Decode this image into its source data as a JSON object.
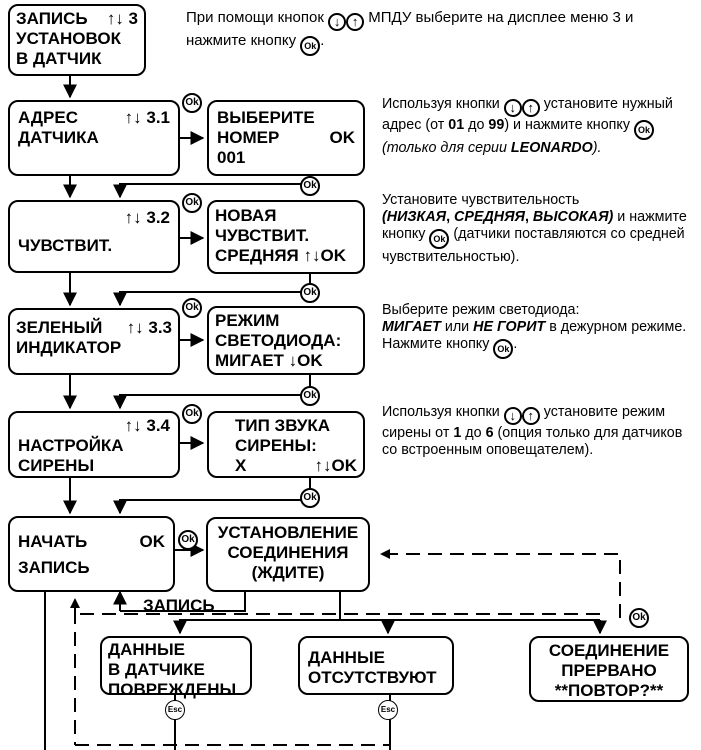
{
  "menu3": {
    "line1": "ЗАПИСЬ",
    "arrows": "↑↓ 3",
    "line2": "УСТАНОВОК",
    "line3": "В ДАТЧИК"
  },
  "intro": {
    "text1": "При помощи кнопок",
    "text2": "МПДУ выберите на дисплее меню 3 и нажмите кнопку",
    "end": "."
  },
  "step31": {
    "menu": {
      "line1": "АДРЕС",
      "num": "↑↓ 3.1",
      "line2": "ДАТЧИКА"
    },
    "screen": {
      "line1": "ВЫБЕРИТЕ",
      "line2": "НОМЕР",
      "ok": "OK",
      "line3": "001"
    },
    "desc": {
      "a": "Используя кнопки",
      "b": "установите нужный адрес (от",
      "c": "01",
      "d": "до",
      "e": "99",
      "f": ") и нажмите кнопку",
      "g": "(только для серии",
      "h": "LEONARDO",
      "i": ")."
    }
  },
  "step32": {
    "menu": {
      "num": "↑↓ 3.2",
      "line1": "ЧУВСТВИТ."
    },
    "screen": {
      "line1": "НОВАЯ",
      "line2": "ЧУВСТВИТ.",
      "line3": "СРЕДНЯЯ ↑↓OK"
    },
    "desc": {
      "a": "Установите чувствительность",
      "b": "(НИЗКАЯ",
      "c": ", ",
      "d": "СРЕДНЯЯ",
      "e": ", ",
      "f": "ВЫСОКАЯ)",
      "g": "и нажмите кнопку",
      "h": "(датчики поставляются со средней чувствительностью)."
    }
  },
  "step33": {
    "menu": {
      "line1": "ЗЕЛЕНЫЙ",
      "num": "↑↓ 3.3",
      "line2": "ИНДИКАТОР"
    },
    "screen": {
      "line1": "РЕЖИМ",
      "line2": "СВЕТОДИОДА:",
      "line3": "МИГАЕТ ↓OK"
    },
    "desc": {
      "a": "Выберите режим светодиода:",
      "b": "МИГАЕТ",
      "c": "или",
      "d": "НЕ ГОРИТ",
      "e": "в дежурном режиме. Нажмите кнопку",
      "f": "."
    }
  },
  "step34": {
    "menu": {
      "num": "↑↓ 3.4",
      "line1": "НАСТРОЙКА",
      "line2": "СИРЕНЫ"
    },
    "screen": {
      "line1": "ТИП ЗВУКА",
      "line2": "СИРЕНЫ:",
      "line3a": "X",
      "line3b": "↑↓OK"
    },
    "desc": {
      "a": "Используя кнопки",
      "b": "установите режим сирены от",
      "c": "1",
      "d": "до",
      "e": "6",
      "f": "(опция только для датчиков со встроенным оповещателем)."
    }
  },
  "start": {
    "menu": {
      "line1": "НАЧАТЬ",
      "ok": "OK",
      "line2": "ЗАПИСЬ"
    },
    "screen": {
      "line1": "УСТАНОВЛЕНИЕ",
      "line2": "СОЕДИНЕНИЯ",
      "line3": "(ЖДИТЕ)"
    },
    "record_label": "ЗАПИСЬ"
  },
  "results": {
    "damaged": {
      "line1": "ДАННЫЕ",
      "line2": "В ДАТЧИКЕ",
      "line3": "ПОВРЕЖДЕНЫ"
    },
    "missing": {
      "line1": "ДАННЫЕ",
      "line2": "ОТСУТСТВУЮТ"
    },
    "interrupted": {
      "line1": "СОЕДИНЕНИЕ",
      "line2": "ПРЕРВАНО",
      "line3": "**ПОВТОР?**"
    }
  },
  "buttons": {
    "ok": "Ok",
    "esc": "Esc",
    "down": "↓",
    "up": "↑"
  }
}
